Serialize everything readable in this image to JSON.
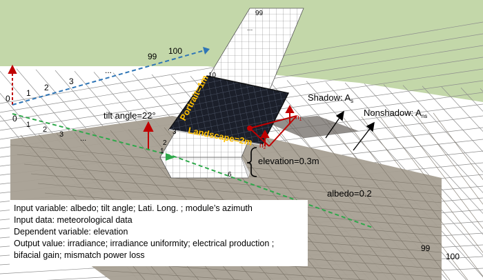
{
  "labels": {
    "tilt_angle": "tilt angle=22°",
    "portrait": "Portrait=1m",
    "landscape": "Landscape=2m",
    "elevation": "elevation=0.3m",
    "shadow": "Shadow: A",
    "shadow_sub": "s",
    "nonshadow": "Nonshadow: A",
    "nonshadow_sub": "ns",
    "albedo": "albedo=0.2",
    "n1": "n",
    "n1_sub": "1",
    "n2": "n",
    "n2_sub": "2"
  },
  "grid_numbers": {
    "top_99": "99",
    "top_dots": "...",
    "left_0": "0",
    "left_1": "1",
    "left_2": "2",
    "left_3": "3",
    "left_dots": "...",
    "left_99": "99",
    "left_100": "100",
    "front_0": "0",
    "front_1": "1",
    "front_2": "2",
    "front_3": "3",
    "front_dots": "...",
    "strip_10": "10",
    "strip_1": "1",
    "strip_2": "2",
    "strip_3": "3",
    "strip_6": "6",
    "corner_99": "99",
    "corner_100": "100"
  },
  "info_box": [
    "Input variable: albedo; tilt angle; Lati.  Long. ; module’s azimuth",
    "Input data: meteorological data",
    "Dependent variable:  elevation",
    "Output value: irradiance; irradiance uniformity; electrical production ;",
    "bifacial gain; mismatch power loss"
  ],
  "colors": {
    "sky_green": "#c3d7a9",
    "ground_gray": "#a79f92",
    "axis_blue": "#2e75b6",
    "axis_green": "#2ea84a",
    "axis_red": "#c00000",
    "label_yellow": "#ffc000",
    "panel_dark": "#1b1f2a"
  }
}
